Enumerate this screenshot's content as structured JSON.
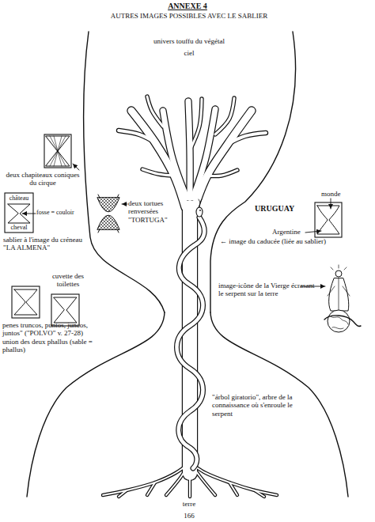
{
  "diagram": {
    "title": "ANNEXE 4",
    "labels": [
      "AUTRES IMAGES POSSIBLES AVEC LE SABLIER",
      "univers touffu du végétal",
      "ciel",
      "deux chapiteaux coniques du cirque",
      "château",
      "fosse = couloir",
      "cheval",
      "sablier à l'image du créneau \"LA ALMENA\"",
      "deux tortues renversées \"TORTUGA\"",
      "monde",
      "URUGUAY",
      "Argentine",
      "← image du caducée (liée au sablier)",
      "cuvette des toilettes",
      "image-icône de la Vierge écrasant le serpent sur la terre",
      "penes truncos, puntos, juncos, juntos\" (\"POLVO\" v. 27-28) union des deux phallus (sable = phallus)",
      "\"árbol giratorio\", arbre de la connaissance où s'enroule le serpent",
      "terre",
      "166"
    ]
  }
}
